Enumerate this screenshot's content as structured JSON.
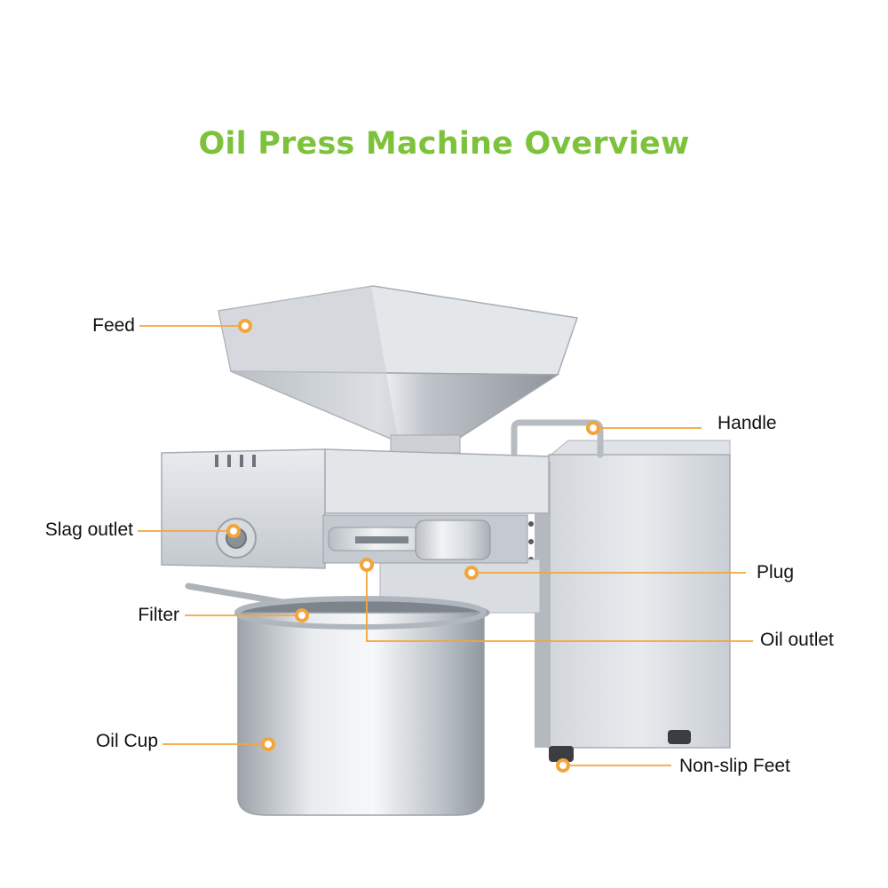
{
  "title": "Oil Press Machine Overview",
  "colors": {
    "title": "#7cc23a",
    "leader": "#f4a53a",
    "dot_fill": "#ffffff",
    "steel_light": "#eef0f2",
    "steel_mid": "#c9cdd2",
    "steel_dark": "#8c9299"
  },
  "labels": {
    "feed": "Feed",
    "handle": "Handle",
    "slag_outlet": "Slag outlet",
    "plug": "Plug",
    "filter": "Filter",
    "oil_outlet": "Oil outlet",
    "oil_cup": "Oil Cup",
    "non_slip_feet": "Non-slip Feet"
  }
}
